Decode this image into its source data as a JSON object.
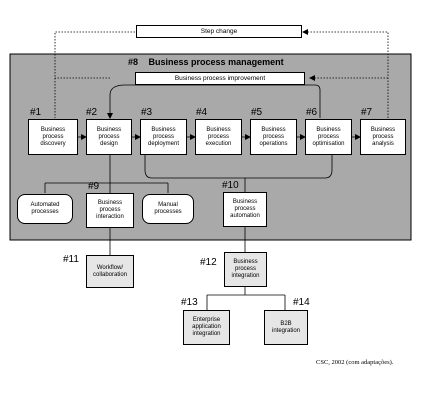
{
  "step_change": "Step change",
  "bpm": {
    "number": "#8",
    "title": "Business process management"
  },
  "improvement": "Business process improvement",
  "stages": [
    {
      "number": "#1",
      "label": "Business\nprocess\ndiscovery"
    },
    {
      "number": "#2",
      "label": "Business\nprocess\ndesign"
    },
    {
      "number": "#3",
      "label": "Business\nprocess\ndeployment"
    },
    {
      "number": "#4",
      "label": "Business\nprocess\nexecution"
    },
    {
      "number": "#5",
      "label": "Business\nprocess\noperations"
    },
    {
      "number": "#6",
      "label": "Business\nprocess\noptimisation"
    },
    {
      "number": "#7",
      "label": "Business\nprocess\nanalysis"
    }
  ],
  "interaction": {
    "number": "#9",
    "label": "Business\nprocess\ninteraction"
  },
  "automated": "Automated\nprocesses",
  "manual": "Manual\nprocesses",
  "automation": {
    "number": "#10",
    "label": "Business\nprocess\nautomation"
  },
  "workflow": {
    "number": "#11",
    "label": "Workflow/\ncollaboration"
  },
  "integration": {
    "number": "#12",
    "label": "Business\nprocess\nintegration"
  },
  "eai": {
    "number": "#13",
    "label": "Enterprise\napplication\nintegration"
  },
  "b2b": {
    "number": "#14",
    "label": "B2B\nintegration"
  },
  "source": "CSC, 2002 (com adaptações)."
}
